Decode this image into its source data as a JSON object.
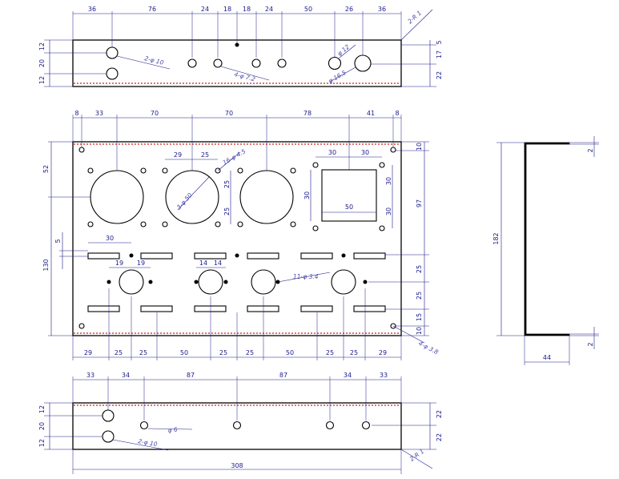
{
  "top_view": {
    "dims_top": [
      "36",
      "76",
      "24",
      "18",
      "18",
      "24",
      "50",
      "26",
      "36"
    ],
    "dims_left": [
      "12",
      "20",
      "12"
    ],
    "dims_right": [
      "5",
      "17",
      "22"
    ],
    "notes": {
      "corner_radius": "2-R 1",
      "holes_10": "2-φ 10",
      "holes_7_2": "4-φ 7.2",
      "hole_12": "φ 12",
      "hole_16": "φ 16.5"
    }
  },
  "main_view": {
    "dims_top": [
      "8",
      "33",
      "70",
      "70",
      "78",
      "41",
      "8"
    ],
    "dims_inner": [
      "29",
      "25",
      "30",
      "30"
    ],
    "dims_left": [
      "52",
      "130",
      "5",
      "30"
    ],
    "dims_right": [
      "10",
      "97",
      "25",
      "25",
      "10",
      "15"
    ],
    "dims_square": [
      "30",
      "30",
      "30",
      "50",
      "25"
    ],
    "dims_small": [
      "19",
      "19",
      "14",
      "14"
    ],
    "dims_bottom": [
      "29",
      "25",
      "25",
      "50",
      "25",
      "25",
      "50",
      "25",
      "25",
      "29"
    ],
    "notes": {
      "holes_4_5": "16-φ 4.5",
      "holes_50": "3-φ 50",
      "holes_3_4": "11-φ 3.4",
      "holes_3_8": "4-φ 3.8"
    }
  },
  "side_view": {
    "height": "182",
    "width": "44",
    "thick_top": "2",
    "thick_bottom": "2"
  },
  "bottom_view": {
    "dims_top": [
      "33",
      "34",
      "87",
      "87",
      "34",
      "33"
    ],
    "dims_left": [
      "12",
      "20",
      "12"
    ],
    "dims_right": [
      "22",
      "22"
    ],
    "overall": "308",
    "notes": {
      "hole_6": "φ 6",
      "holes_10": "2-φ 10",
      "corner_radius": "2-R 1"
    }
  }
}
